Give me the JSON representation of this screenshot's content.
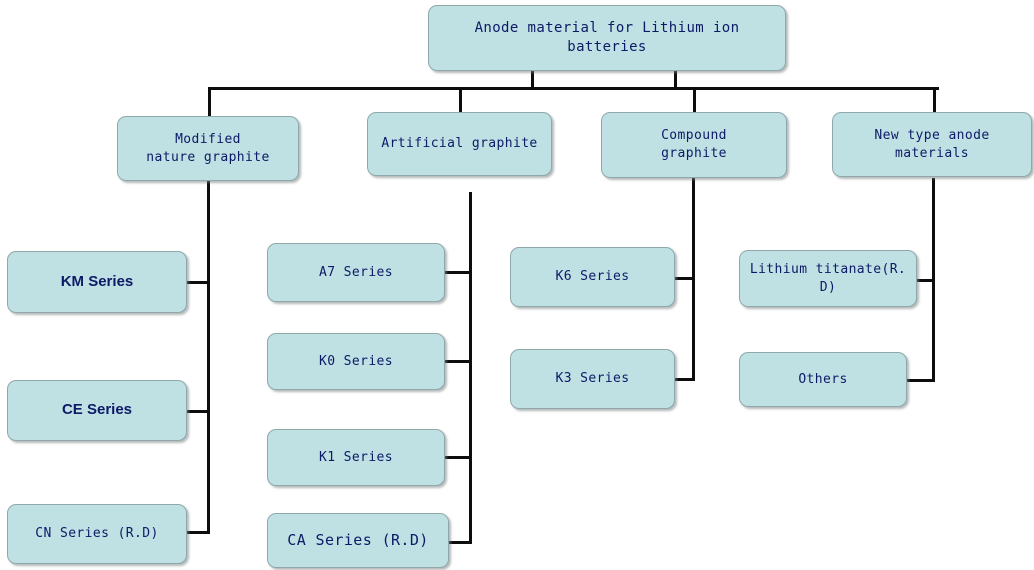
{
  "diagram": {
    "title": "Anode material for Lithium ion batteries hierarchy",
    "background_color": "#ffffff",
    "node_fill_color": "#bfe1e4",
    "node_border_color": "#8fa9ab",
    "node_text_color": "#0d1a66",
    "connector_color": "#0d0d0d"
  },
  "root": {
    "label_line1": "Anode material for Lithium ion",
    "label_line2": "batteries"
  },
  "level2": [
    {
      "id": "modified-nature-graphite",
      "line1": "Modified",
      "line2": "nature graphite"
    },
    {
      "id": "artificial-graphite",
      "line1": "Artificial graphite",
      "line2": ""
    },
    {
      "id": "compound-graphite",
      "line1": "Compound",
      "line2": "graphite"
    },
    {
      "id": "new-type-anode-materials",
      "line1": "New type anode",
      "line2": "materials"
    }
  ],
  "columns": [
    {
      "parent": "modified-nature-graphite",
      "leaves": [
        {
          "id": "km-series",
          "label": "KM Series"
        },
        {
          "id": "ce-series",
          "label": "CE Series"
        },
        {
          "id": "cn-series-rd",
          "label": "CN Series (R.D)"
        }
      ]
    },
    {
      "parent": "artificial-graphite",
      "leaves": [
        {
          "id": "a7-series",
          "label": "A7 Series"
        },
        {
          "id": "k0-series",
          "label": "K0 Series"
        },
        {
          "id": "k1-series",
          "label": "K1 Series"
        },
        {
          "id": "ca-series-rd",
          "label": "CA Series (R.D)"
        }
      ]
    },
    {
      "parent": "compound-graphite",
      "leaves": [
        {
          "id": "k6-series",
          "label": "K6 Series"
        },
        {
          "id": "k3-series",
          "label": "K3 Series"
        }
      ]
    },
    {
      "parent": "new-type-anode-materials",
      "leaves": [
        {
          "id": "lithium-titanate-rd",
          "line1": "Lithium titanate(R.",
          "line2": "D)"
        },
        {
          "id": "others",
          "line1": "Others",
          "line2": ""
        }
      ]
    }
  ]
}
